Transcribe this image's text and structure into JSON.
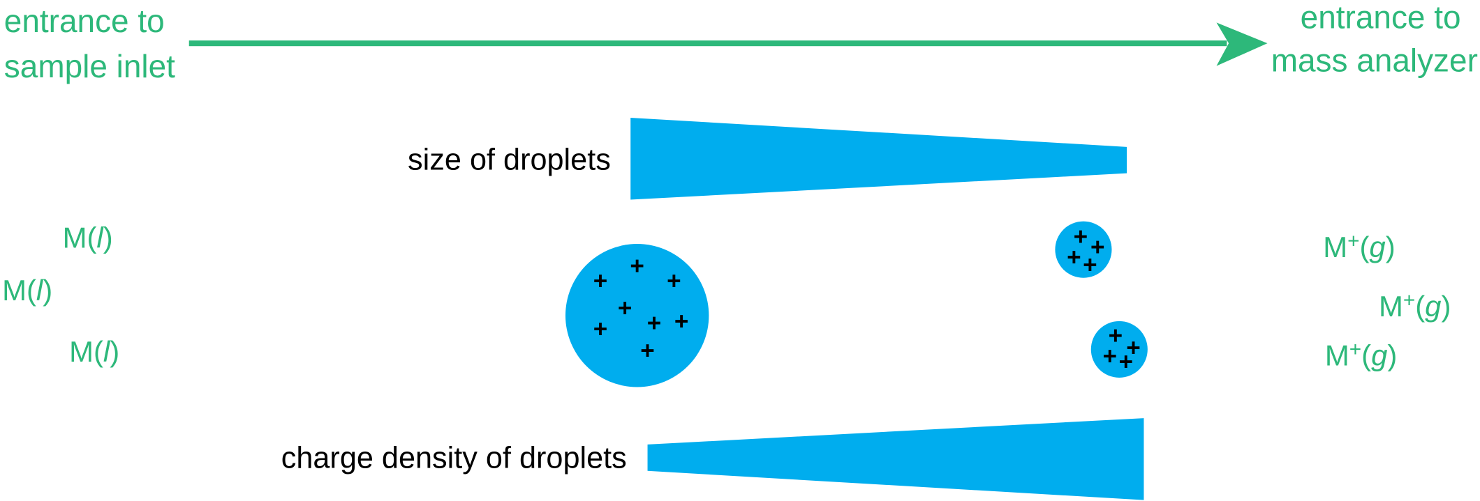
{
  "labels": {
    "start_line1": "entrance to",
    "start_line2": "sample inlet",
    "end_line1": "entrance to",
    "end_line2": "mass analyzer",
    "size_wedge": "size of droplets",
    "charge_wedge": "charge density of droplets"
  },
  "species": {
    "liquid_prefix": "M(",
    "liquid_state": "l",
    "liquid_suffix": ")",
    "gas_prefix": "M",
    "gas_charge": "+",
    "gas_open": "(",
    "gas_state": "g",
    "gas_suffix": ")"
  },
  "charge_symbol": "+",
  "colors": {
    "green": "#2db87a",
    "blue": "#00adee"
  }
}
